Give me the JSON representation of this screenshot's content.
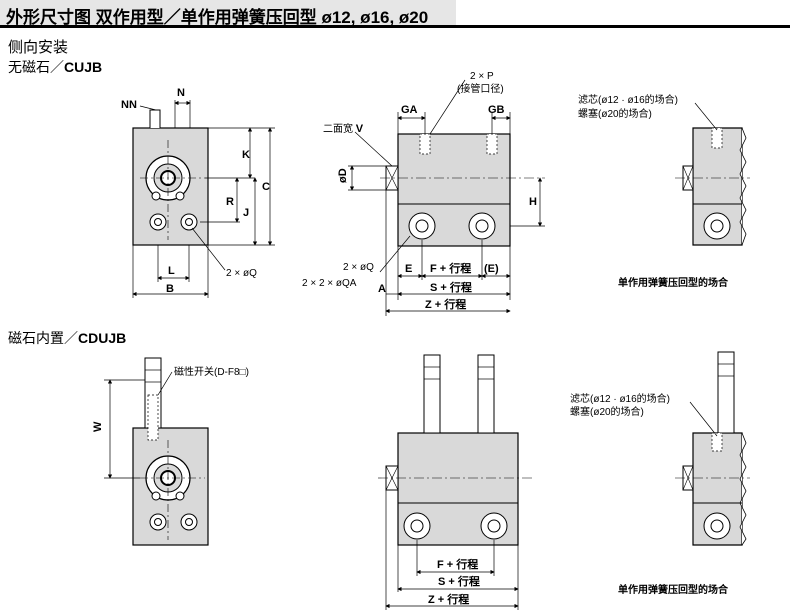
{
  "header": {
    "title": "外形尺寸图 双作用型／单作用弹簧压回型 ø12, ø16, ø20"
  },
  "sections": {
    "side_mount": "侧向安装",
    "no_magnet": {
      "prefix": "无磁石／",
      "model": "CUJB"
    },
    "magnet": {
      "prefix": "磁石内置／",
      "model": "CDUJB"
    }
  },
  "labels": {
    "NN": "NN",
    "N": "N",
    "K": "K",
    "C": "C",
    "R": "R",
    "J": "J",
    "L": "L",
    "B": "B",
    "Q": "2 × øQ",
    "P": "2 × P",
    "P_note": "(接管口径)",
    "GA": "GA",
    "GB": "GB",
    "V_prefix": "二面宽 ",
    "V": "V",
    "D": "øD",
    "H": "H",
    "QA": "2 × øQ",
    "QA2": "2 × 2 × øQA",
    "E": "E",
    "E2": "(E)",
    "A": "A",
    "F": "F + 行程",
    "S": "S + 行程",
    "Z": "Z + 行程",
    "W": "W",
    "sensor": "磁性开关(D-F8□)",
    "filter1": "滤芯(ø12 · ø16的场合)",
    "plug1": "螺塞(ø20的场合)",
    "filter2": "滤芯(ø12 · ø16的场合)",
    "plug2": "螺塞(ø20的场合)",
    "note1": "单作用弹簧压回型的场合",
    "note2": "单作用弹簧压回型的场合"
  },
  "colors": {
    "body_fill": "#d9d9d9",
    "line": "#000000",
    "header_tab": "#e6e6e6"
  }
}
